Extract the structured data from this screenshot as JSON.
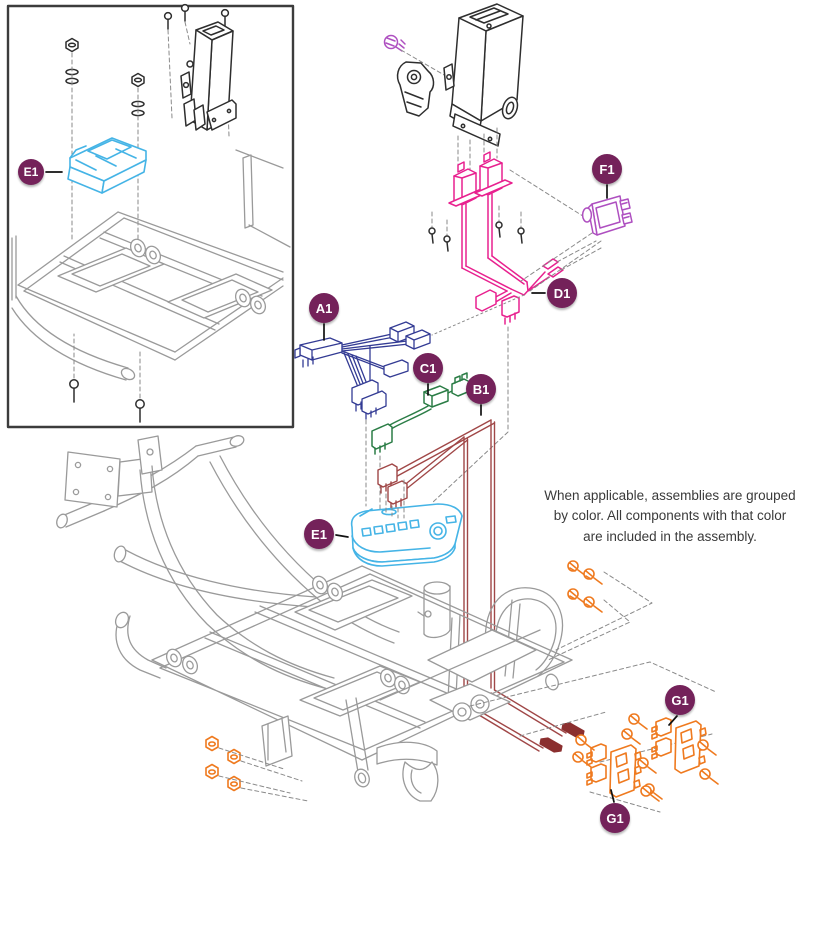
{
  "diagram": {
    "note_lines": [
      "When applicable, assemblies are grouped",
      "by color. All components with that color",
      "are included in the assembly."
    ],
    "callouts": [
      {
        "id": "e1-inset",
        "label": "E1"
      },
      {
        "id": "a1",
        "label": "A1"
      },
      {
        "id": "c1",
        "label": "C1"
      },
      {
        "id": "b1",
        "label": "B1"
      },
      {
        "id": "d1",
        "label": "D1"
      },
      {
        "id": "f1",
        "label": "F1"
      },
      {
        "id": "e1-main",
        "label": "E1"
      },
      {
        "id": "g1-upper",
        "label": "G1"
      },
      {
        "id": "g1-lower",
        "label": "G1"
      }
    ]
  },
  "colors": {
    "badge": "#74225a",
    "assembly_e1": "#45b4e6",
    "assembly_a1": "#333b94",
    "assembly_b1": "#a04747",
    "assembly_b1_dark": "#8b2f2f",
    "assembly_c1": "#2b7d46",
    "assembly_d1": "#e8218f",
    "assembly_f1": "#ae4fc0",
    "assembly_g1": "#ef7a1f",
    "line_art": "#9a9a9a",
    "dark_line": "#2e2e2e",
    "leader": "#8a8a8a"
  }
}
